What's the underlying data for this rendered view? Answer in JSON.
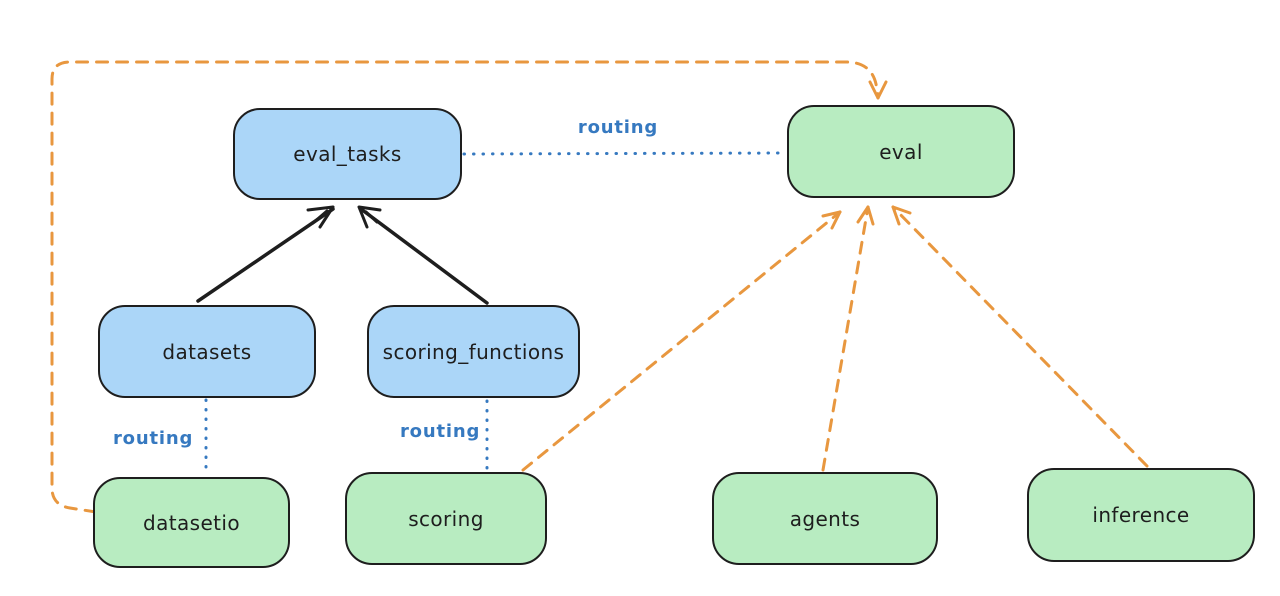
{
  "diagram": {
    "background_color": "#ffffff",
    "colors": {
      "registry_node_fill": "#abd6f8",
      "provider_node_fill": "#b8ecc1",
      "node_border": "#1e1e1e",
      "solid_arrow": "#1e1e1e",
      "routing_line_and_label": "#3679c0",
      "dashed_arrow": "#e8973f"
    },
    "nodes": {
      "eval_tasks": {
        "label": "eval_tasks",
        "fill": "blue"
      },
      "eval": {
        "label": "eval",
        "fill": "green"
      },
      "datasets": {
        "label": "datasets",
        "fill": "blue"
      },
      "scoring_functions": {
        "label": "scoring_functions",
        "fill": "blue"
      },
      "datasetio": {
        "label": "datasetio",
        "fill": "green"
      },
      "scoring": {
        "label": "scoring",
        "fill": "green"
      },
      "agents": {
        "label": "agents",
        "fill": "green"
      },
      "inference": {
        "label": "inference",
        "fill": "green"
      }
    },
    "edges": {
      "eval_tasks_to_eval": {
        "label": "routing",
        "style": "blue-dotted"
      },
      "datasets_to_datasetio": {
        "label": "routing",
        "style": "blue-dotted"
      },
      "scoring_functions_to_scoring": {
        "label": "routing",
        "style": "blue-dotted"
      },
      "datasets_to_eval_tasks": {
        "style": "black-solid-arrow"
      },
      "scoring_functions_to_eval_tasks": {
        "style": "black-solid-arrow"
      },
      "datasetio_to_eval": {
        "style": "orange-dashed-arrow"
      },
      "scoring_to_eval": {
        "style": "orange-dashed-arrow"
      },
      "agents_to_eval": {
        "style": "orange-dashed-arrow"
      },
      "inference_to_eval": {
        "style": "orange-dashed-arrow"
      }
    }
  }
}
